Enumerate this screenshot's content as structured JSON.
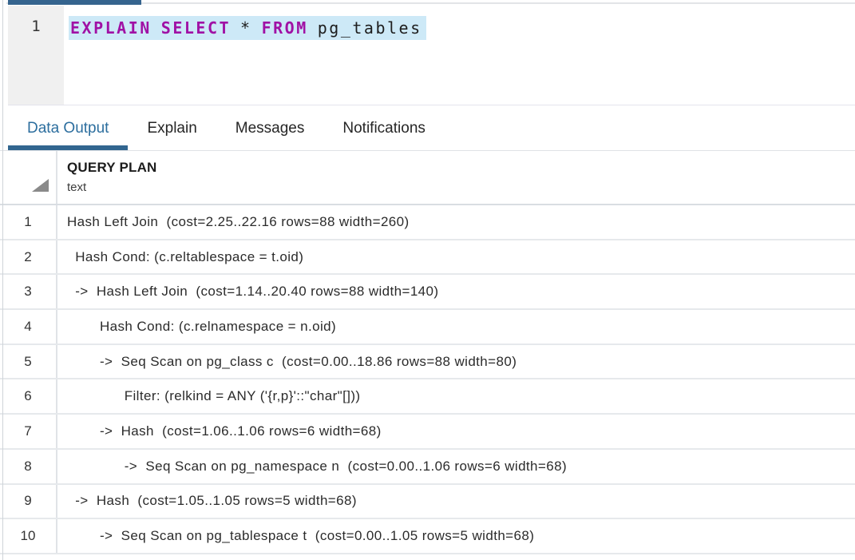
{
  "colors": {
    "accent_blue": "#326690",
    "active_tab_text": "#2c6e9e",
    "keyword_magenta": "#a011a5",
    "selection_blue": "#cde9f7"
  },
  "editor": {
    "line_number": "1",
    "keyword_explain": "EXPLAIN",
    "keyword_select": "SELECT",
    "star_operator": "*",
    "keyword_from": "FROM",
    "table_identifier": "pg_tables"
  },
  "tabs": [
    {
      "label": "Data Output",
      "active": true
    },
    {
      "label": "Explain",
      "active": false
    },
    {
      "label": "Messages",
      "active": false
    },
    {
      "label": "Notifications",
      "active": false
    }
  ],
  "grid": {
    "column_header": {
      "name": "QUERY PLAN",
      "type": "text"
    },
    "rows": [
      {
        "num": "1",
        "text": "Hash Left Join  (cost=2.25..22.16 rows=88 width=260)"
      },
      {
        "num": "2",
        "text": "  Hash Cond: (c.reltablespace = t.oid)"
      },
      {
        "num": "3",
        "text": "  ->  Hash Left Join  (cost=1.14..20.40 rows=88 width=140)"
      },
      {
        "num": "4",
        "text": "        Hash Cond: (c.relnamespace = n.oid)"
      },
      {
        "num": "5",
        "text": "        ->  Seq Scan on pg_class c  (cost=0.00..18.86 rows=88 width=80)"
      },
      {
        "num": "6",
        "text": "              Filter: (relkind = ANY ('{r,p}'::\"char\"[]))"
      },
      {
        "num": "7",
        "text": "        ->  Hash  (cost=1.06..1.06 rows=6 width=68)"
      },
      {
        "num": "8",
        "text": "              ->  Seq Scan on pg_namespace n  (cost=0.00..1.06 rows=6 width=68)"
      },
      {
        "num": "9",
        "text": "  ->  Hash  (cost=1.05..1.05 rows=5 width=68)"
      },
      {
        "num": "10",
        "text": "        ->  Seq Scan on pg_tablespace t  (cost=0.00..1.05 rows=5 width=68)"
      }
    ]
  }
}
